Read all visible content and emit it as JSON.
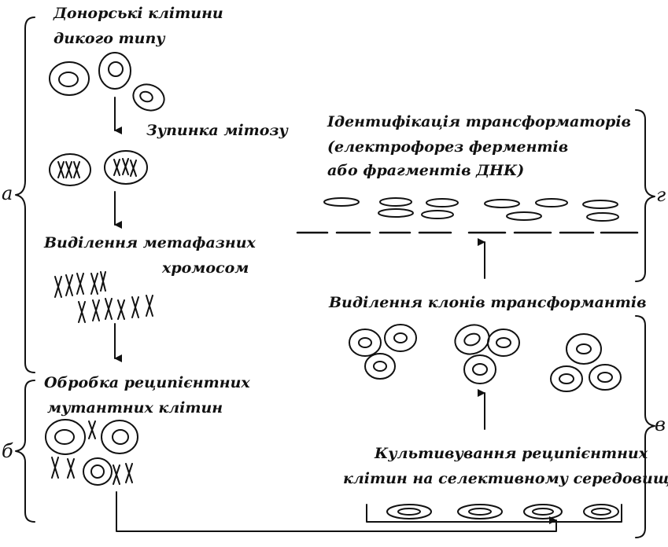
{
  "labels": {
    "donor_line1": "Донорські клітини",
    "donor_line2": "дикого типу",
    "mitosis_stop": "Зупинка мітозу",
    "metaphase_line1": "Виділення метафазних",
    "metaphase_line2": "хромосом",
    "recipient_line1": "Обробка реципієнтних",
    "recipient_line2": "мутантних клітин",
    "ident_line1": "Ідентифікація трансформаторів",
    "ident_line2": "(електрофорез ферментів",
    "ident_line3": "або фрагментів ДНК)",
    "clones": "Виділення клонів трансформантів",
    "cultivate_line1": "Культивування реципієнтних",
    "cultivate_line2": "клітин на селективному середовищі"
  },
  "side_labels": {
    "a": "а",
    "b": "б",
    "v": "в",
    "g": "г"
  }
}
